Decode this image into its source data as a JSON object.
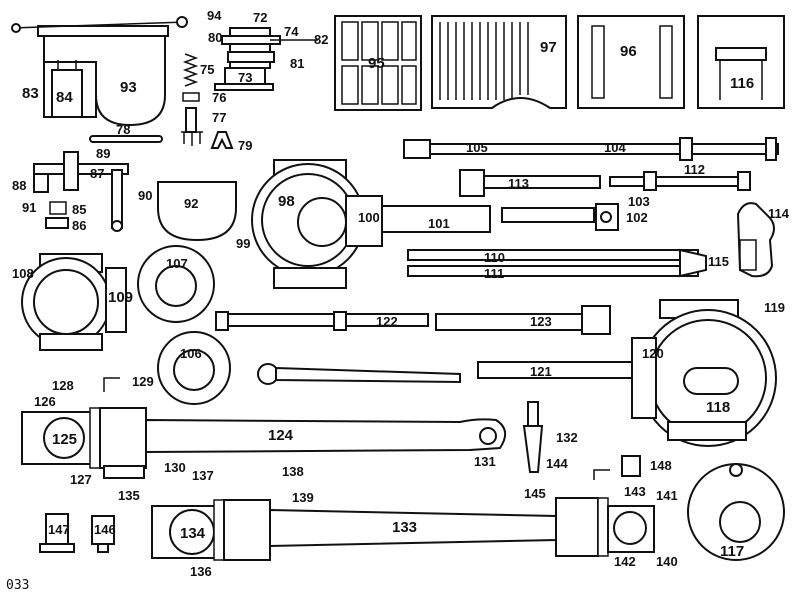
{
  "corner_code": "033",
  "labels": {
    "l72": "72",
    "l73": "73",
    "l74": "74",
    "l75": "75",
    "l76": "76",
    "l77": "77",
    "l78": "78",
    "l79": "79",
    "l80": "80",
    "l81": "81",
    "l82": "82",
    "l83": "83",
    "l84": "84",
    "l85": "85",
    "l86": "86",
    "l87": "87",
    "l88": "88",
    "l89": "89",
    "l90": "90",
    "l91": "91",
    "l92": "92",
    "l93": "93",
    "l94": "94",
    "l95": "95",
    "l96": "96",
    "l97": "97",
    "l98": "98",
    "l99": "99",
    "l100": "100",
    "l101": "101",
    "l102": "102",
    "l103": "103",
    "l104": "104",
    "l105": "105",
    "l106": "106",
    "l107": "107",
    "l108": "108",
    "l109": "109",
    "l110": "110",
    "l111": "111",
    "l112": "112",
    "l113": "113",
    "l114": "114",
    "l115": "115",
    "l116": "116",
    "l117": "117",
    "l118": "118",
    "l119": "119",
    "l120": "120",
    "l121": "121",
    "l122": "122",
    "l123": "123",
    "l124": "124",
    "l125": "125",
    "l126": "126",
    "l127": "127",
    "l128": "128",
    "l129": "129",
    "l130": "130",
    "l131": "131",
    "l132": "132",
    "l133": "133",
    "l134": "134",
    "l135": "135",
    "l136": "136",
    "l137": "137",
    "l138": "138",
    "l139": "139",
    "l140": "140",
    "l141": "141",
    "l142": "142",
    "l143": "143",
    "l144": "144",
    "l145": "145",
    "l146": "146",
    "l147": "147",
    "l148": "148"
  }
}
